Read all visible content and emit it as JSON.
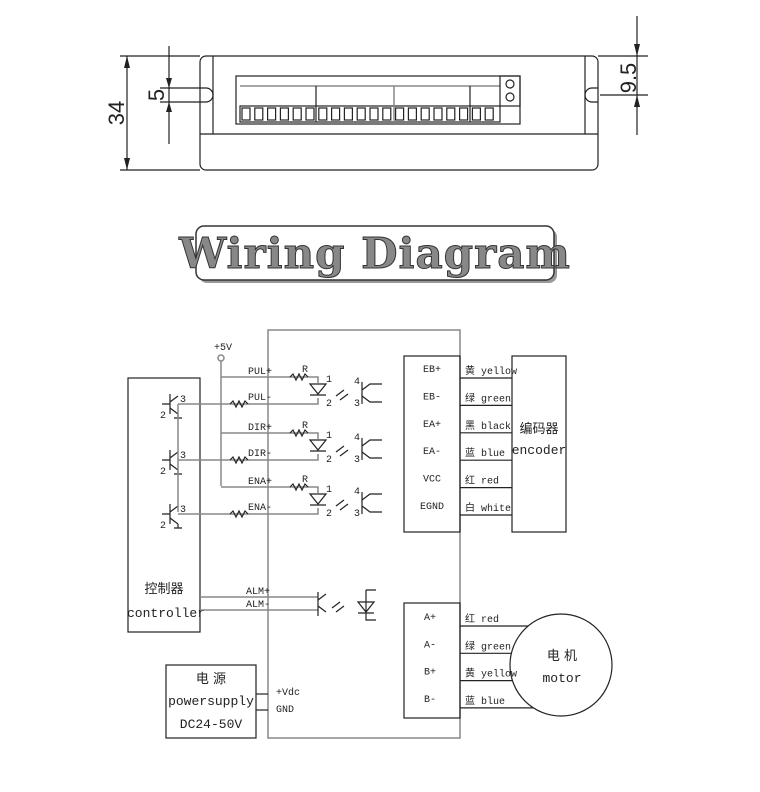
{
  "dimensions": {
    "height": "34",
    "slot": "5",
    "offset": "9.5"
  },
  "title": "Wiring Diagram",
  "supply_5v": "+5V",
  "inputs": [
    {
      "plus": "PUL+",
      "minus": "PUL-"
    },
    {
      "plus": "DIR+",
      "minus": "DIR-"
    },
    {
      "plus": "ENA+",
      "minus": "ENA-"
    }
  ],
  "resistor_label": "R",
  "pin_labels": {
    "p1": "1",
    "p2": "2",
    "p3": "3",
    "p4": "4"
  },
  "controller": {
    "cn": "控制器",
    "en": "controller"
  },
  "alarm": {
    "plus": "ALM+",
    "minus": "ALM-"
  },
  "power": {
    "cn": "电  源",
    "en": "powersupply",
    "range": "DC24-50V",
    "vdc": "+Vdc",
    "gnd": "GND"
  },
  "encoder": {
    "cn": "编码器",
    "en": "encoder",
    "pins": [
      {
        "pin": "EB+",
        "wire": "黄 yellow"
      },
      {
        "pin": "EB-",
        "wire": "绿 green"
      },
      {
        "pin": "EA+",
        "wire": "黑 black"
      },
      {
        "pin": "EA-",
        "wire": "蓝 blue"
      },
      {
        "pin": "VCC",
        "wire": "红 red"
      },
      {
        "pin": "EGND",
        "wire": "白 white"
      }
    ]
  },
  "motor": {
    "cn": "电 机",
    "en": "motor",
    "pins": [
      {
        "pin": "A+",
        "wire": "红 red"
      },
      {
        "pin": "A-",
        "wire": "绿 green"
      },
      {
        "pin": "B+",
        "wire": "黄 yellow"
      },
      {
        "pin": "B-",
        "wire": "蓝 blue"
      }
    ]
  }
}
